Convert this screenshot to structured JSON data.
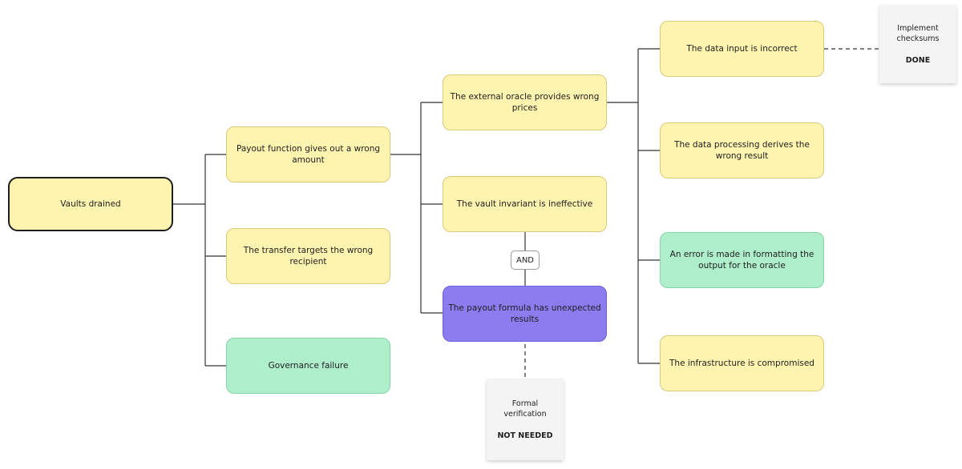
{
  "nodes": {
    "vaults_drained": "Vaults drained",
    "payout_function": "Payout function gives out a wrong amount",
    "transfer_wrong_recipient": "The transfer targets the wrong recipient",
    "governance_failure": "Governance failure",
    "external_oracle": "The external oracle provides wrong prices",
    "vault_invariant": "The vault invariant is ineffective",
    "payout_formula": "The payout formula has unexpected results",
    "data_input": "The data input is incorrect",
    "data_processing": "The data processing derives the wrong result",
    "formatting_error": "An error is made in formatting the output for the oracle",
    "infrastructure": "The infrastructure is compromised"
  },
  "gates": {
    "and_gate": "AND"
  },
  "notes": {
    "checksums": {
      "text": "Implement checksums",
      "status": "DONE"
    },
    "formal_verification": {
      "text": "Formal verification",
      "status": "NOT NEEDED"
    }
  },
  "colors": {
    "pending": "#fff3b0",
    "mitigated": "#aeeecb",
    "highlighted": "#8b7cf0",
    "connector": "#333333"
  }
}
